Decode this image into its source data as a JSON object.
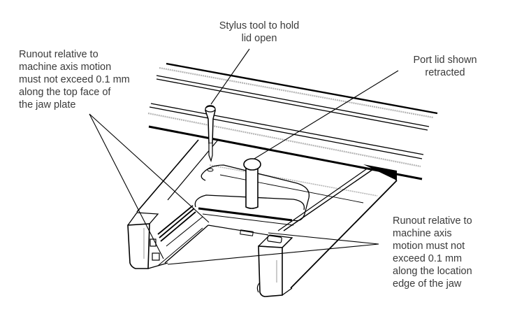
{
  "figure": {
    "subject": "Jaw plate with port lid and stylus tool",
    "callouts": [
      {
        "id": "stylus",
        "lines": [
          "Stylus tool to hold",
          "lid open"
        ]
      },
      {
        "id": "port-lid",
        "lines": [
          "Port lid shown",
          "retracted"
        ]
      },
      {
        "id": "top-face",
        "lines": [
          "Runout relative to",
          "machine axis motion",
          "must not exceed 0.1 mm",
          "along the top face of",
          "the jaw plate"
        ]
      },
      {
        "id": "location-edge",
        "lines": [
          "Runout relative to",
          "machine axis",
          "motion must not",
          "exceed 0.1 mm",
          "along the location",
          "edge of the jaw"
        ]
      }
    ]
  },
  "colors": {
    "line": "#000000",
    "rail_gray": "#b5b5b5",
    "text": "#3a3a3a",
    "background": "#ffffff"
  }
}
